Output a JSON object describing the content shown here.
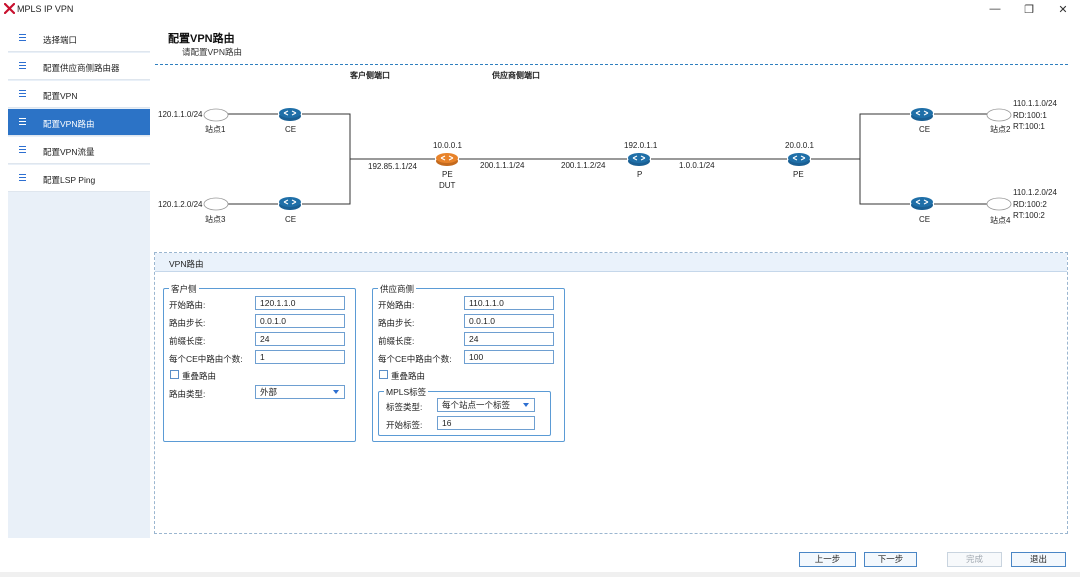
{
  "window": {
    "title": "MPLS IP VPN",
    "min_glyph": "—",
    "max_glyph": "❐",
    "close_glyph": "✕",
    "logo_color": "#c8102e"
  },
  "sidebar": {
    "active_color": "#2c73c6",
    "items": [
      {
        "label": "选择端口"
      },
      {
        "label": "配置供应商侧路由器"
      },
      {
        "label": "配置VPN"
      },
      {
        "label": "配置VPN路由"
      },
      {
        "label": "配置VPN流量"
      },
      {
        "label": "配置LSP Ping"
      }
    ]
  },
  "header": {
    "title": "配置VPN路由",
    "subtitle": "请配置VPN路由"
  },
  "topology": {
    "customer_side_port": "客户侧端口",
    "provider_side_port": "供应商侧端口",
    "site1_net": "120.1.1.0/24",
    "site1": "站点1",
    "site3_net": "120.1.2.0/24",
    "site3": "站点3",
    "ce_left_top": "CE",
    "ce_left_bottom": "CE",
    "link_ce_dut": "192.85.1.1/24",
    "dut_ip": "10.0.0.1",
    "dut_pe": "PE",
    "dut_label": "DUT",
    "link_dut_p_a": "200.1.1.1/24",
    "link_dut_p_b": "200.1.1.2/24",
    "p_ip": "192.0.1.1",
    "p_label": "P",
    "link_p_pe": "1.0.0.1/24",
    "pe_ip": "20.0.0.1",
    "pe_label": "PE",
    "ce_right_top": "CE",
    "ce_right_bottom": "CE",
    "site2": "站点2",
    "site2_net": "110.1.1.0/24",
    "site2_rd": "RD:100:1",
    "site2_rt": "RT:100:1",
    "site4": "站点4",
    "site4_net": "110.1.2.0/24",
    "site4_rd": "RD:100:2",
    "site4_rt": "RT:100:2",
    "router_color": "#1f6fa8",
    "dut_color": "#e8832a"
  },
  "vpn_route": {
    "panel_title": "VPN路由",
    "customer": {
      "title": "客户侧",
      "start_route_label": "开始路由:",
      "start_route": "120.1.1.0",
      "route_step_label": "路由步长:",
      "route_step": "0.0.1.0",
      "prefix_len_label": "前缀长度:",
      "prefix_len": "24",
      "routes_per_ce_label": "每个CE中路由个数:",
      "routes_per_ce": "1",
      "overlap_label": "重叠路由",
      "route_type_label": "路由类型:",
      "route_type": "外部"
    },
    "provider": {
      "title": "供应商侧",
      "start_route_label": "开始路由:",
      "start_route": "110.1.1.0",
      "route_step_label": "路由步长:",
      "route_step": "0.0.1.0",
      "prefix_len_label": "前缀长度:",
      "prefix_len": "24",
      "routes_per_ce_label": "每个CE中路由个数:",
      "routes_per_ce": "100",
      "overlap_label": "重叠路由",
      "mpls": {
        "title": "MPLS标签",
        "label_type_label": "标签类型:",
        "label_type": "每个站点一个标签",
        "start_label_label": "开始标签:",
        "start_label": "16"
      }
    }
  },
  "footer": {
    "prev": "上一步",
    "next": "下一步",
    "finish": "完成",
    "exit": "退出"
  }
}
